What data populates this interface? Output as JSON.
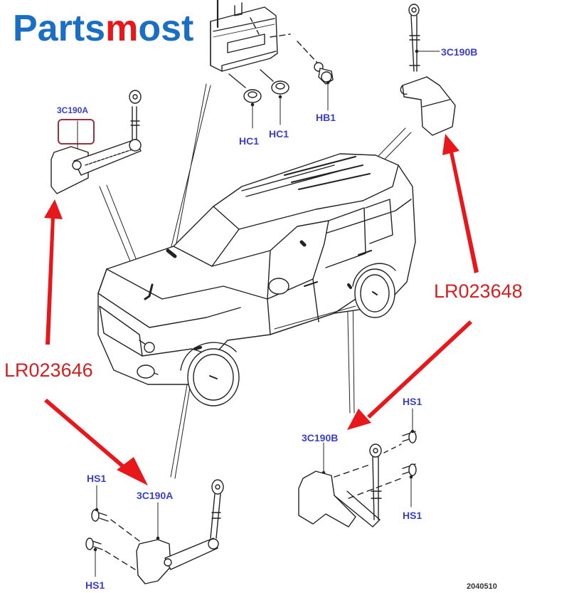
{
  "logo": {
    "part1": "Parts",
    "part2": "m",
    "part3": "ost"
  },
  "colors": {
    "logo_blue": "#1a6fc4",
    "logo_red": "#e8171c",
    "callout_blue": "#3a3ec8",
    "part_red": "#d42020",
    "arrow_red": "#e8171c",
    "line": "#222222"
  },
  "callouts": {
    "module_fixings": [
      "HC1",
      "HC1",
      "HB1"
    ],
    "rear_right_sensor_top": "3C190B",
    "front_left_sensor_top": "3C190A",
    "rear_sensor_bottom": "3C190B",
    "front_sensor_bottom": "3C190A",
    "rear_bolts": [
      "HS1",
      "HS1"
    ],
    "front_bolts": [
      "HS1",
      "HS1"
    ]
  },
  "part_numbers": {
    "front": "LR023646",
    "rear": "LR023648"
  },
  "drawing_number": "2040510"
}
